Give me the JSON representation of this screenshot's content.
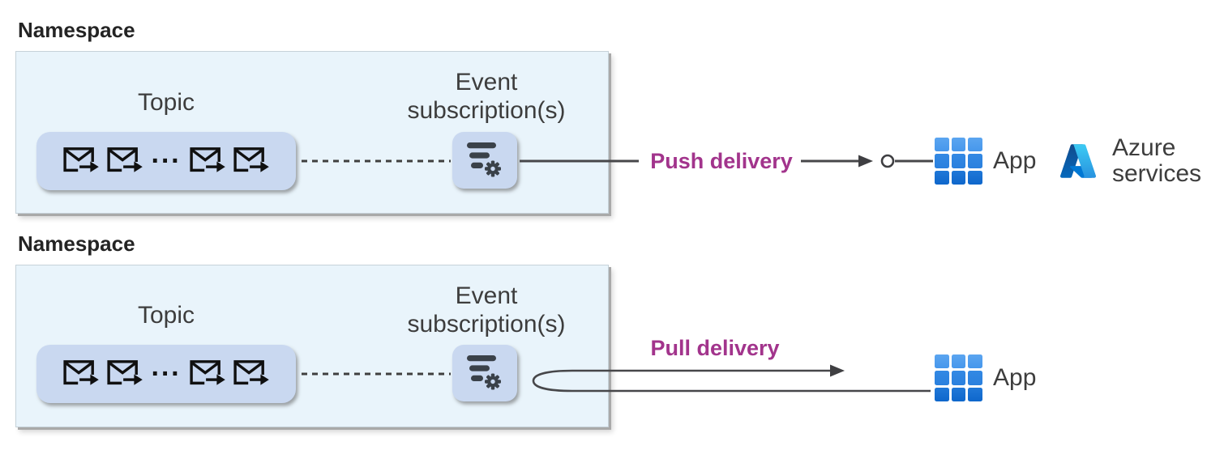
{
  "rows": [
    {
      "namespace_label": "Namespace",
      "topic": {
        "label": "Topic",
        "message_icon_count": 4,
        "ellipsis": "···"
      },
      "event_subscription": {
        "label_line1": "Event",
        "label_line2": "subscription(s)"
      },
      "delivery": {
        "type": "push",
        "label": "Push delivery"
      },
      "app": {
        "label": "App"
      },
      "azure_services": {
        "label_line1": "Azure",
        "label_line2": "services"
      }
    },
    {
      "namespace_label": "Namespace",
      "topic": {
        "label": "Topic",
        "message_icon_count": 4,
        "ellipsis": "···"
      },
      "event_subscription": {
        "label_line1": "Event",
        "label_line2": "subscription(s)"
      },
      "delivery": {
        "type": "pull",
        "label": "Pull delivery"
      },
      "app": {
        "label": "App"
      }
    }
  ],
  "colors": {
    "namespace_fill": "#e9f4fb",
    "namespace_border": "#a9a9a9",
    "tile_fill": "#c9d8f0",
    "icon_glyph": "#3a4149",
    "connector_line": "#47474a",
    "delivery_text": "#a2348c",
    "heading_text": "#242424",
    "label_text": "#3d3d3d",
    "app_blue_top": "#5ba5f0",
    "app_blue_bottom": "#0f67cb",
    "azure_logo_dark": "#114a8b",
    "azure_logo_light": "#3ccbf4"
  }
}
